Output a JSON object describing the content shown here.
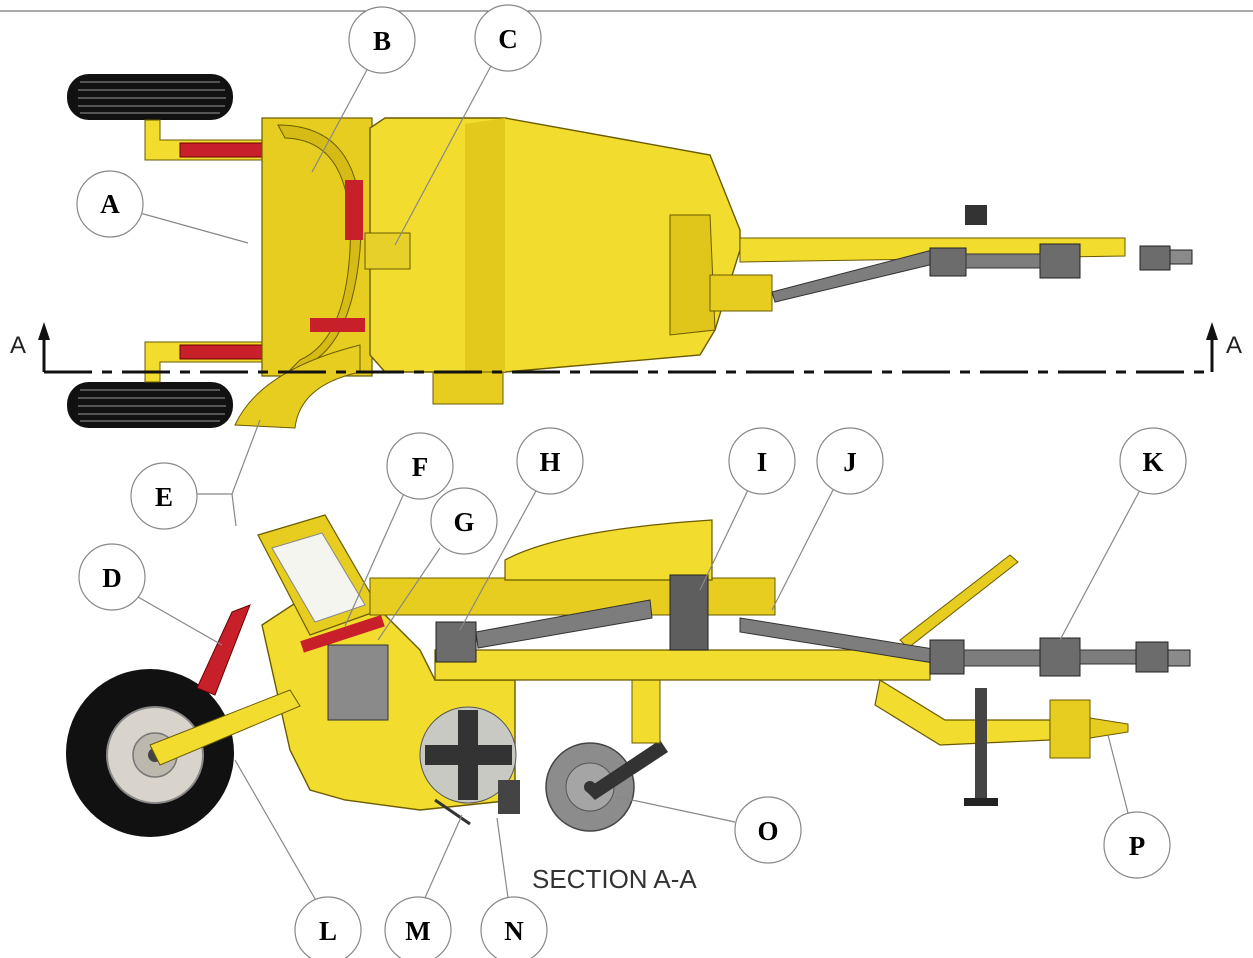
{
  "diagram": {
    "section_label": "SECTION A-A",
    "section_marker": "A",
    "callouts": [
      "A",
      "B",
      "C",
      "D",
      "E",
      "F",
      "G",
      "H",
      "I",
      "J",
      "K",
      "L",
      "M",
      "N",
      "O",
      "P"
    ]
  },
  "colors": {
    "body_yellow": "#f2dc2e",
    "body_shade": "#d6bb16",
    "body_dark": "#b89d0c",
    "hydraulic_red": "#c8202a",
    "tire_black": "#111111",
    "steel_gray": "#7d7d7d",
    "rim_gray": "#d8d4cc"
  }
}
